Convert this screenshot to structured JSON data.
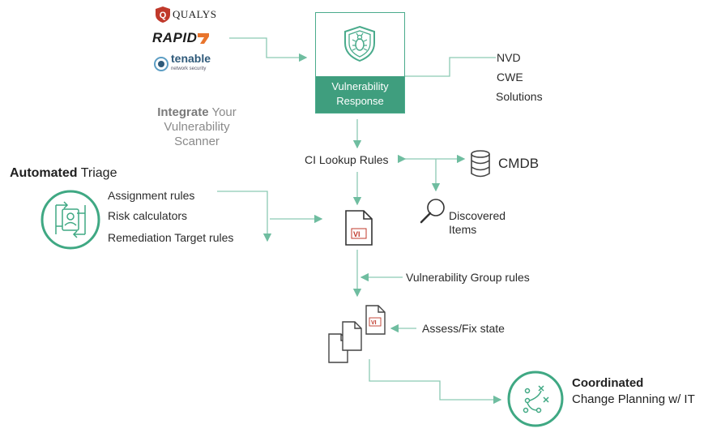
{
  "vendors": {
    "qualys": "QUALYS",
    "rapid7": "RAPID",
    "tenable": "tenable",
    "tenable_sub": "network security"
  },
  "integrate": {
    "bold": "Integrate",
    "line1_rest": " Your",
    "line2": "Vulnerability",
    "line3": "Scanner"
  },
  "vr": {
    "line1": "Vulnerability",
    "line2": "Response"
  },
  "sources": [
    "NVD",
    "CWE",
    "Solutions"
  ],
  "ci_lookup": "CI Lookup Rules",
  "cmdb": "CMDB",
  "discovered": {
    "line1": "Discovered",
    "line2": "Items"
  },
  "triage": {
    "bold": "Automated",
    "rest": " Triage",
    "rules": [
      "Assignment rules",
      "Risk calculators",
      "Remediation Target rules"
    ]
  },
  "vi_label": "VI",
  "group_rules": "Vulnerability Group rules",
  "assess": "Assess/Fix state",
  "coordinated": {
    "bold": "Coordinated",
    "line2": "Change Planning w/ IT"
  },
  "colors": {
    "accent": "#4aab8c",
    "accent_dark": "#3f9e7e",
    "doc_red": "#c0392b"
  }
}
